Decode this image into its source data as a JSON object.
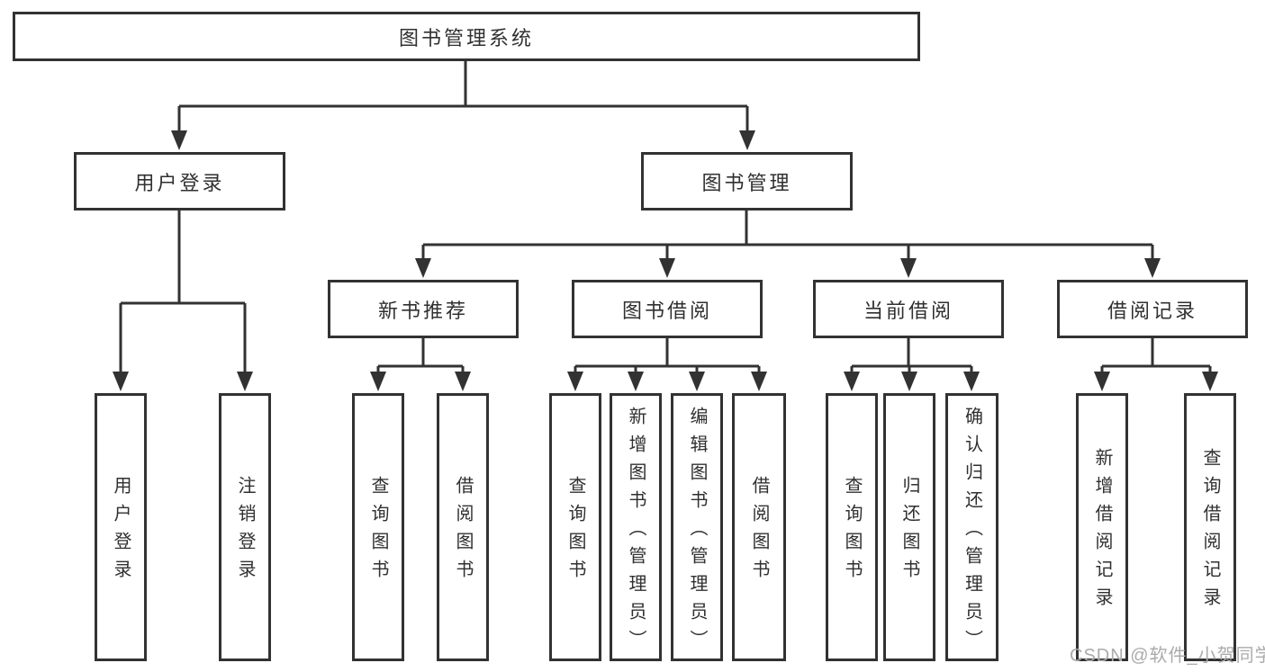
{
  "title": {
    "label": "图书管理系统"
  },
  "branches": {
    "user_login": {
      "label": "用户登录",
      "children": [
        {
          "label": "用户登录"
        },
        {
          "label": "注销登录"
        }
      ]
    },
    "book_management": {
      "label": "图书管理",
      "groups": [
        {
          "label": "新书推荐",
          "children": [
            {
              "label": "查询图书"
            },
            {
              "label": "借阅图书"
            }
          ]
        },
        {
          "label": "图书借阅",
          "children": [
            {
              "label": "查询图书"
            },
            {
              "label": "新增图书（管理员）"
            },
            {
              "label": "编辑图书（管理员）"
            },
            {
              "label": "借阅图书"
            }
          ]
        },
        {
          "label": "当前借阅",
          "children": [
            {
              "label": "查询图书"
            },
            {
              "label": "归还图书"
            },
            {
              "label": "确认归还（管理员）"
            }
          ]
        },
        {
          "label": "借阅记录",
          "children": [
            {
              "label": "新增借阅记录"
            },
            {
              "label": "查询借阅记录"
            }
          ]
        }
      ]
    }
  },
  "watermark": {
    "text": "CSDN @软件_小贺同学"
  },
  "colors": {
    "line": "#323232",
    "text": "#303030",
    "box_fill": "#ffffff",
    "watermark": "#ababab",
    "background": "#ffffff"
  }
}
